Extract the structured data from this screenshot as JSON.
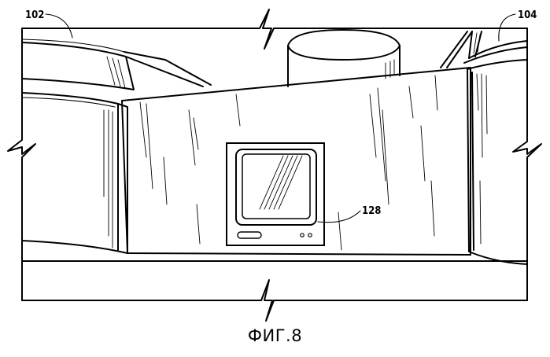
{
  "figure": {
    "caption": "ФИГ.8",
    "reference_labels": {
      "left_tank": "102",
      "right_tank": "104",
      "monitor": "128"
    }
  }
}
